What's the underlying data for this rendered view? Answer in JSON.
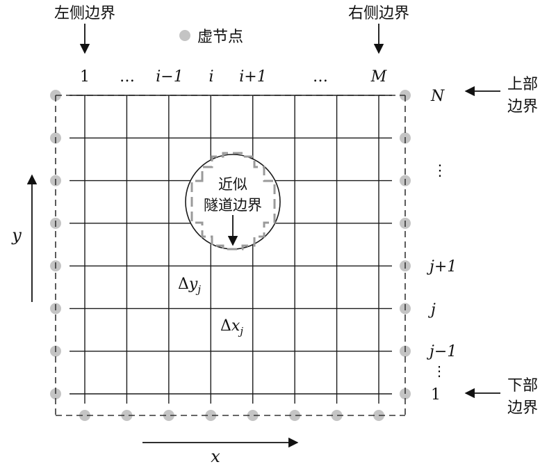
{
  "legend": {
    "label": "虚节点"
  },
  "boundaries": {
    "left": "左侧边界",
    "right": "右侧边界",
    "top_line1": "上部",
    "top_line2": "边界",
    "bottom_line1": "下部",
    "bottom_line2": "边界"
  },
  "column_labels": [
    "1",
    "…",
    "i−1",
    "i",
    "i+1",
    "…",
    "M"
  ],
  "row_labels": {
    "N": "N",
    "vdots_top": "⋮",
    "j_plus_1": "j+1",
    "j": "j",
    "j_minus_1": "j−1",
    "vdots_bottom": "⋮",
    "one": "1"
  },
  "tunnel": {
    "line1": "近似",
    "line2": "隧道边界"
  },
  "deltas": {
    "dy_sym": "Δ",
    "dy_var": "y",
    "dy_sub": "j",
    "dx_sym": "Δ",
    "dx_var": "x",
    "dx_sub": "j"
  },
  "axes": {
    "x": "x",
    "y": "y"
  },
  "colors": {
    "line": "#1a1a1a",
    "ghost_node": "#c4c4c4",
    "dashed": "#333333",
    "tunnel_dash": "#9a9a9a"
  },
  "grid": {
    "columns": 8,
    "rows": 8
  }
}
